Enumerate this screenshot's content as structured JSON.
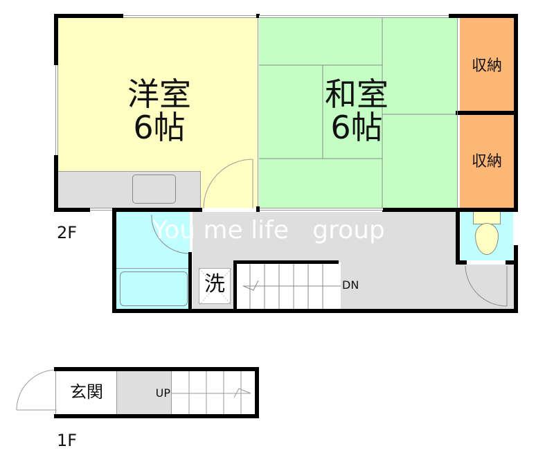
{
  "floors": {
    "second": {
      "label": "2F",
      "rooms": {
        "western_room": {
          "name": "洋室",
          "size": "6帖",
          "color": "#FFFFC4"
        },
        "japanese_room": {
          "name": "和室",
          "size": "6帖",
          "color": "#C4FFC4"
        },
        "storage_top": {
          "name": "収納",
          "color": "#FFB775"
        },
        "storage_bottom": {
          "name": "収納",
          "color": "#FFB775"
        },
        "bathroom": {
          "color": "#BFFFFF"
        },
        "toilet": {
          "color": "#BFFFFF"
        },
        "hallway": {
          "color": "#DEDEDE"
        },
        "washer": {
          "label": "洗"
        },
        "stairs": {
          "label": "DN"
        }
      }
    },
    "first": {
      "label": "1F",
      "rooms": {
        "entrance": {
          "name": "玄関"
        },
        "stairs": {
          "label": "UP"
        }
      }
    }
  },
  "watermark": "You me life   group"
}
